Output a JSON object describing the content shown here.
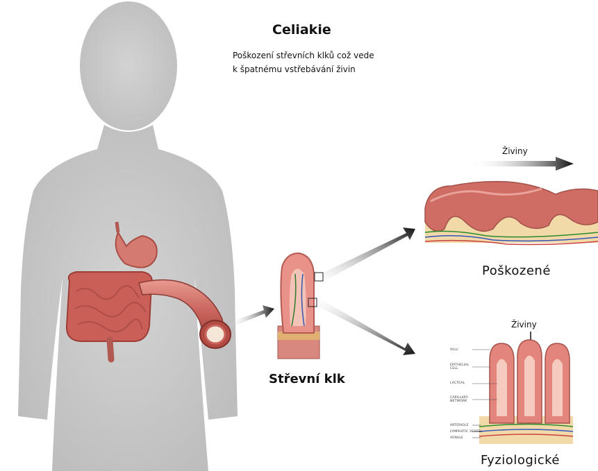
{
  "title": "Celiakie",
  "description": {
    "line1": "Poškození střevních klků což vede",
    "line2": "k špatnému vstřebávání živin"
  },
  "labels": {
    "villus": "Střevní klk",
    "damaged": "Poškozené",
    "normal": "Fyziologické",
    "nutrients_damaged": "Živiny",
    "nutrients_normal": "Živiny"
  },
  "anatomy_labels": {
    "villi": "VILLI",
    "epithelial_cell": "EPITHELIAL CELL",
    "lacteal": "LACTEAL",
    "capillary_network": "CAPILLARY NETWORK",
    "arteriole": "ARTERIOLE",
    "lymphatic_vessel": "LYMPHATIC VESSEL",
    "venule": "VENULE"
  },
  "colors": {
    "silhouette": "#c9c9c9",
    "intestine": "#c8645c",
    "tissue": "#e8948c",
    "arrow": "#1a1a1a"
  }
}
